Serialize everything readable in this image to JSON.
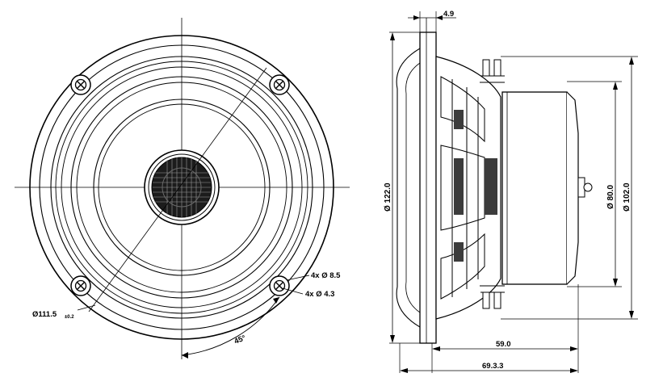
{
  "front_view": {
    "mount_circle_label": "Ø111.5",
    "mount_circle_tolerance": "±0.2",
    "angle_label": "45°",
    "hole_outer_label": "4x Ø 8.5",
    "hole_inner_label": "4x Ø 4.3"
  },
  "side_view": {
    "flange_thickness_label": "4.9",
    "outer_diameter_label": "Ø 122.0",
    "magnet_diameter_label": "Ø 80.0",
    "basket_diameter_label": "Ø 102.0",
    "mounting_depth_label": "59.0",
    "total_depth_label": "69.3.3"
  }
}
